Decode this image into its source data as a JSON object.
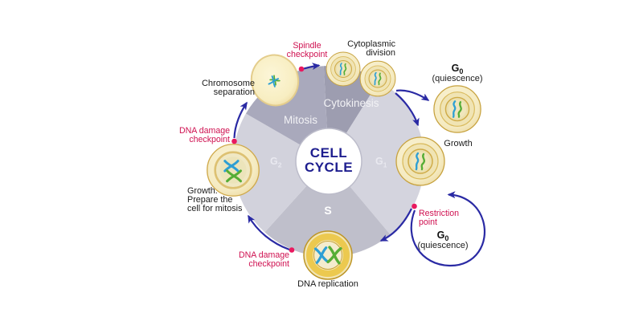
{
  "diagram": {
    "center": {
      "title_line1": "CELL",
      "title_line2": "CYCLE"
    },
    "phases": {
      "mitosis": "Mitosis",
      "cytokinesis": "Cytokinesis",
      "g1": {
        "base": "G",
        "sub": "1"
      },
      "s": "S",
      "g2": {
        "base": "G",
        "sub": "2"
      }
    },
    "checkpoints": {
      "spindle": {
        "line1": "Spindle",
        "line2": "checkpoint"
      },
      "dna_damage_g2": {
        "line1": "DNA damage",
        "line2": "checkpoint"
      },
      "dna_damage_s": {
        "line1": "DNA damage",
        "line2": "checkpoint"
      },
      "restriction": {
        "line1": "Restriction",
        "line2": "point"
      }
    },
    "labels": {
      "cytoplasmic_division": {
        "line1": "Cytoplasmic",
        "line2": "division"
      },
      "chromosome_separation": {
        "line1": "Chromosome",
        "line2": "separation"
      },
      "g0_top": {
        "base": "G",
        "sub": "0",
        "line2": "(quiescence)"
      },
      "g0_bottom": {
        "base": "G",
        "sub": "0",
        "line2": "(quiescence)"
      },
      "growth": "Growth",
      "g2_growth": {
        "line1": "Growth.",
        "line2": "Prepare the",
        "line3": "cell for mitosis"
      },
      "dna_replication": "DNA replication"
    },
    "colors": {
      "background": "#ffffff",
      "title_text": "#1e1e8f",
      "arrow": "#2a2aa4",
      "checkpoint_text": "#cf1050",
      "checkpoint_dot": "#e9195f",
      "wedge_g1": "#d4d4de",
      "wedge_s": "#bfbfcb",
      "wedge_g2": "#d2d2dc",
      "wedge_mitosis": "#a9a9bc",
      "wedge_cytokinesis": "#9d9db0",
      "center_circle": "#ffffff",
      "cell_gold": "#dfbd5c",
      "chromosome_blue": "#2e9fd4",
      "chromosome_green": "#55ad35"
    }
  }
}
